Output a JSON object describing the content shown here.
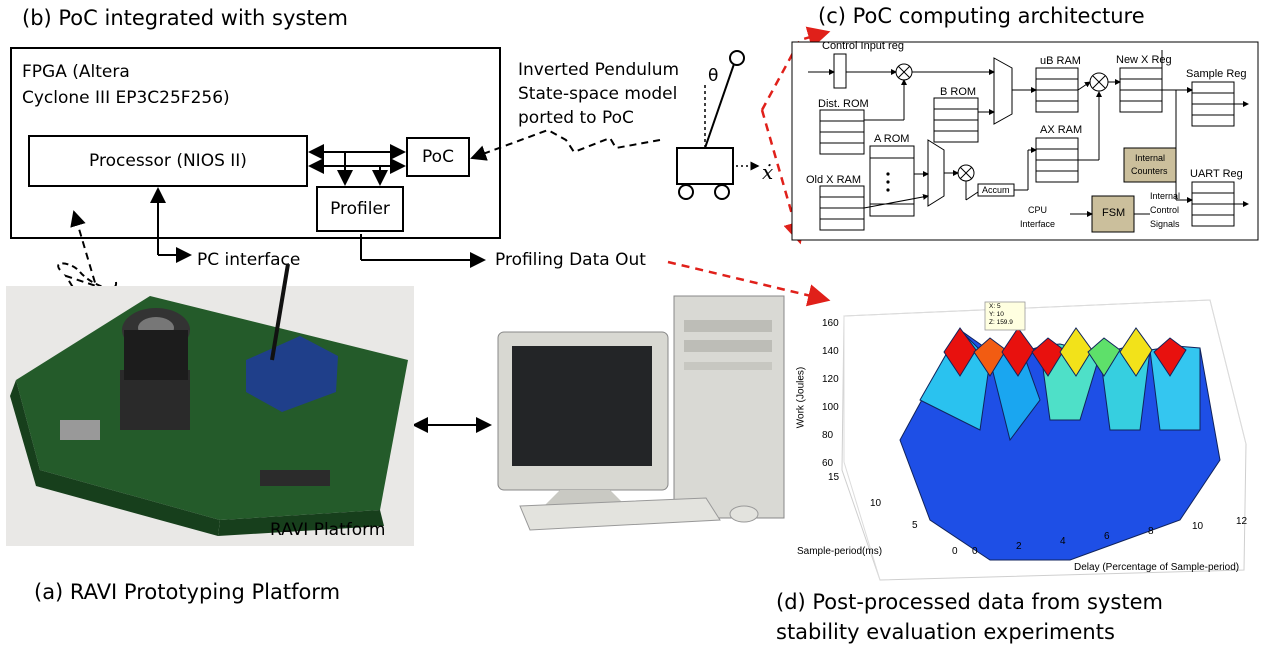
{
  "captions": {
    "b": "(b) PoC integrated with system",
    "c": "(c) PoC computing architecture",
    "a": "(a) RAVI Prototyping Platform",
    "d_line1": "(d) Post-processed data from system",
    "d_line2": "stability evaluation experiments"
  },
  "fpga": {
    "title_line1": "FPGA (Altera",
    "title_line2": "Cyclone III  EP3C25F256)",
    "processor": "Processor (NIOS II)",
    "poc": "PoC",
    "profiler": "Profiler",
    "pc_interface": "PC interface",
    "profiling_out": "Profiling Data Out"
  },
  "pendulum": {
    "line1": "Inverted Pendulum",
    "line2": "State-space model",
    "line3": "ported to PoC",
    "theta": "θ",
    "xdot": "ẋ"
  },
  "architecture": {
    "control_input_reg": "Control Input reg",
    "dist_rom": "Dist. ROM",
    "b_rom": "B ROM",
    "a_rom": "A ROM",
    "old_x_ram": "Old X RAM",
    "accum": "Accum",
    "ub_ram": "uB RAM",
    "ax_ram": "AX RAM",
    "new_x_reg": "New X Reg",
    "sample_reg": "Sample Reg",
    "uart_reg": "UART Reg",
    "internal_counters_1": "Internal",
    "internal_counters_2": "Counters",
    "fsm": "FSM",
    "cpu_interface_1": "CPU",
    "cpu_interface_2": "Interface",
    "internal_control_1": "Internal",
    "internal_control_2": "Control",
    "internal_control_3": "Signals"
  },
  "platform": {
    "label": "RAVI Platform"
  },
  "chart_data": {
    "type": "surface",
    "zlabel": "Work (Joules)",
    "ylabel": "Sample-period(ms)",
    "xlabel": "Delay (Percentage of Sample-period)",
    "z_ticks": [
      "60",
      "80",
      "100",
      "120",
      "140",
      "160"
    ],
    "y_ticks": [
      "0",
      "5",
      "10",
      "15"
    ],
    "x_ticks": [
      "0",
      "2",
      "4",
      "6",
      "8",
      "10",
      "12"
    ],
    "zlim": [
      60,
      160
    ],
    "ylim": [
      0,
      15
    ],
    "xlim": [
      0,
      12
    ],
    "datatip": {
      "x": "X: 5",
      "y": "Y: 10",
      "z": "Z: 159.9"
    },
    "peak_colors": [
      "#e8110e",
      "#f25c12",
      "#e8110e",
      "#e8110e",
      "#f2e21a",
      "#5ee06a",
      "#f2e21a",
      "#e8110e"
    ]
  }
}
